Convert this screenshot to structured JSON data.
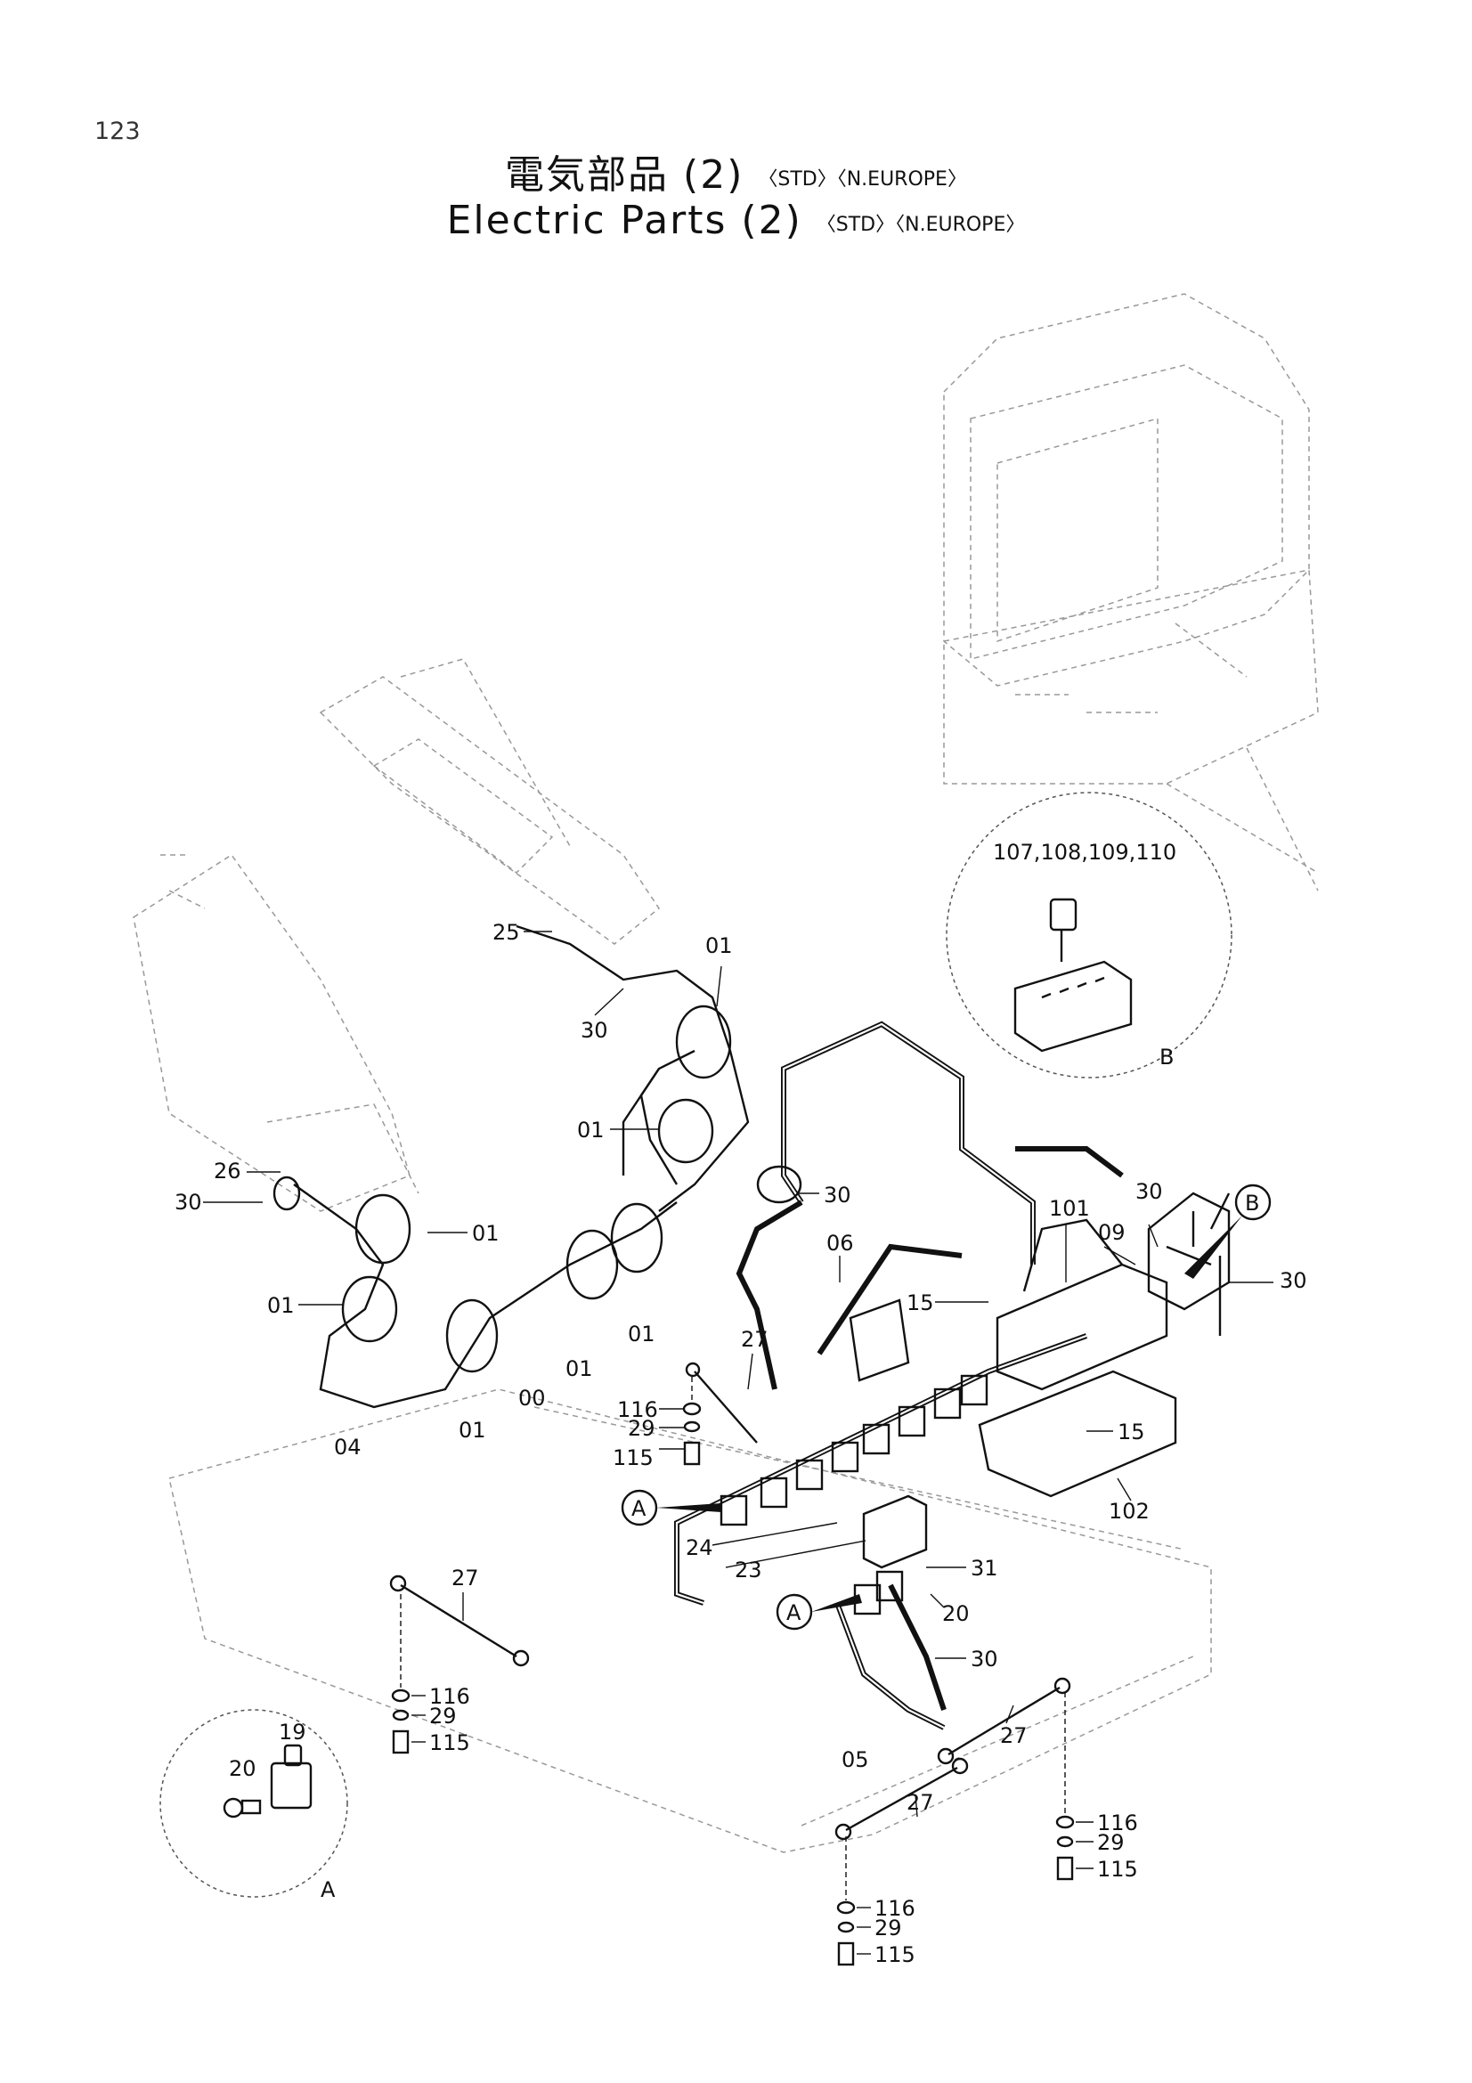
{
  "page_number": "123",
  "title_jp": "電気部品 (2)",
  "title_en": "Electric Parts (2)",
  "tags": [
    "〈STD〉",
    "〈N.EUROPE〉"
  ],
  "callouts": [
    {
      "id": "lbl-107-110",
      "text": "107,108,109,110"
    },
    {
      "id": "lbl-25",
      "text": "25"
    },
    {
      "id": "lbl-01a",
      "text": "01"
    },
    {
      "id": "lbl-30a",
      "text": "30"
    },
    {
      "id": "lbl-01b",
      "text": "01"
    },
    {
      "id": "lbl-26",
      "text": "26"
    },
    {
      "id": "lbl-30b",
      "text": "30"
    },
    {
      "id": "lbl-01c",
      "text": "01"
    },
    {
      "id": "lbl-30c",
      "text": "30"
    },
    {
      "id": "lbl-01d",
      "text": "01"
    },
    {
      "id": "lbl-01e",
      "text": "01"
    },
    {
      "id": "lbl-01f",
      "text": "01"
    },
    {
      "id": "lbl-00",
      "text": "00"
    },
    {
      "id": "lbl-01g",
      "text": "01"
    },
    {
      "id": "lbl-04",
      "text": "04"
    },
    {
      "id": "lbl-06",
      "text": "06"
    },
    {
      "id": "lbl-15a",
      "text": "15"
    },
    {
      "id": "lbl-27a",
      "text": "27"
    },
    {
      "id": "lbl-101",
      "text": "101"
    },
    {
      "id": "lbl-09",
      "text": "09"
    },
    {
      "id": "lbl-30d",
      "text": "30"
    },
    {
      "id": "lbl-30e",
      "text": "30"
    },
    {
      "id": "lbl-116a",
      "text": "116"
    },
    {
      "id": "lbl-29a",
      "text": "29"
    },
    {
      "id": "lbl-115a",
      "text": "115"
    },
    {
      "id": "lbl-15b",
      "text": "15"
    },
    {
      "id": "lbl-102",
      "text": "102"
    },
    {
      "id": "lbl-24",
      "text": "24"
    },
    {
      "id": "lbl-23",
      "text": "23"
    },
    {
      "id": "lbl-31",
      "text": "31"
    },
    {
      "id": "lbl-20a",
      "text": "20"
    },
    {
      "id": "lbl-30f",
      "text": "30"
    },
    {
      "id": "lbl-27b",
      "text": "27"
    },
    {
      "id": "lbl-116b",
      "text": "116"
    },
    {
      "id": "lbl-29b",
      "text": "29"
    },
    {
      "id": "lbl-115b",
      "text": "115"
    },
    {
      "id": "lbl-19",
      "text": "19"
    },
    {
      "id": "lbl-20b",
      "text": "20"
    },
    {
      "id": "lbl-05",
      "text": "05"
    },
    {
      "id": "lbl-27c",
      "text": "27"
    },
    {
      "id": "lbl-27d",
      "text": "27"
    },
    {
      "id": "lbl-116c",
      "text": "116"
    },
    {
      "id": "lbl-29c",
      "text": "29"
    },
    {
      "id": "lbl-115c",
      "text": "115"
    },
    {
      "id": "lbl-116d",
      "text": "116"
    },
    {
      "id": "lbl-29d",
      "text": "29"
    },
    {
      "id": "lbl-115d",
      "text": "115"
    }
  ],
  "detail_marks": {
    "a_main": "A",
    "a_secondary": "A",
    "a_detail": "A",
    "b_main": "B",
    "b_detail": "B"
  }
}
